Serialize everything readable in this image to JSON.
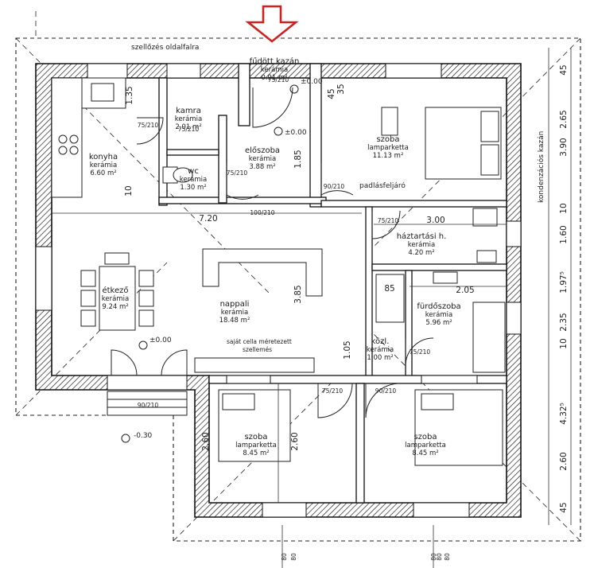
{
  "annotations": {
    "vent_wall": "szellőzés oldalfalra",
    "attic_stair": "padlásfeljáró",
    "chimney_label": "kondenzációs kazán",
    "slab_note_1": "saját cella méretezett",
    "slab_note_2": "szellemés"
  },
  "rooms": [
    {
      "id": "kazan",
      "name": "fűdött kazán",
      "material": "kerámia",
      "area": "0.91 m²"
    },
    {
      "id": "kamra",
      "name": "kamra",
      "material": "kerámia",
      "area": "2.01 m²"
    },
    {
      "id": "konyha",
      "name": "konyha",
      "material": "kerámia",
      "area": "6.60 m²"
    },
    {
      "id": "wc",
      "name": "wc",
      "material": "kerámia",
      "area": "1.30 m²"
    },
    {
      "id": "eloszoba",
      "name": "előszoba",
      "material": "kerámia",
      "area": "3.88 m²"
    },
    {
      "id": "szoba1",
      "name": "szoba",
      "material": "lamparketta",
      "area": "11.13 m²"
    },
    {
      "id": "haztartasi",
      "name": "háztartási h.",
      "material": "kerámia",
      "area": "4.20 m²"
    },
    {
      "id": "etkezo",
      "name": "étkező",
      "material": "kerámia",
      "area": "9.24 m²"
    },
    {
      "id": "nappali",
      "name": "nappali",
      "material": "kerámia",
      "area": "18.48 m²"
    },
    {
      "id": "furdoszoba",
      "name": "fürdőszoba",
      "material": "kerámia",
      "area": "5.96 m²"
    },
    {
      "id": "kozl",
      "name": "közl.",
      "material": "kerámia",
      "area": "1.00 m²"
    },
    {
      "id": "szoba2",
      "name": "szoba",
      "material": "lamparketta",
      "area": "8.45 m²"
    },
    {
      "id": "szoba3",
      "name": "szoba",
      "material": "lamparketta",
      "area": "8.45 m²"
    }
  ],
  "levels": {
    "entry": "±0.00",
    "hall": "±0.00",
    "living": "±0.00",
    "terrace": "-0.30"
  },
  "dimensions": {
    "right": [
      "45",
      "2.65",
      "3.90",
      "10",
      "1.60",
      "1.97⁵",
      "2.35",
      "10",
      "4.32⁵",
      "2.60",
      "45"
    ],
    "interior": [
      "7.20",
      "3.00",
      "2.05",
      "3.85",
      "1.85",
      "1.35",
      "1.05",
      "2.60",
      "2.60",
      "45",
      "35",
      "10",
      "85"
    ],
    "doors": [
      "75/210",
      "75/210",
      "75/210",
      "90/210",
      "75/210",
      "75/210",
      "75/210",
      "90/210",
      "90/210",
      "75/210",
      "100/210"
    ],
    "bottom_ticks": [
      "80",
      "80",
      "80",
      "80",
      "80"
    ]
  }
}
